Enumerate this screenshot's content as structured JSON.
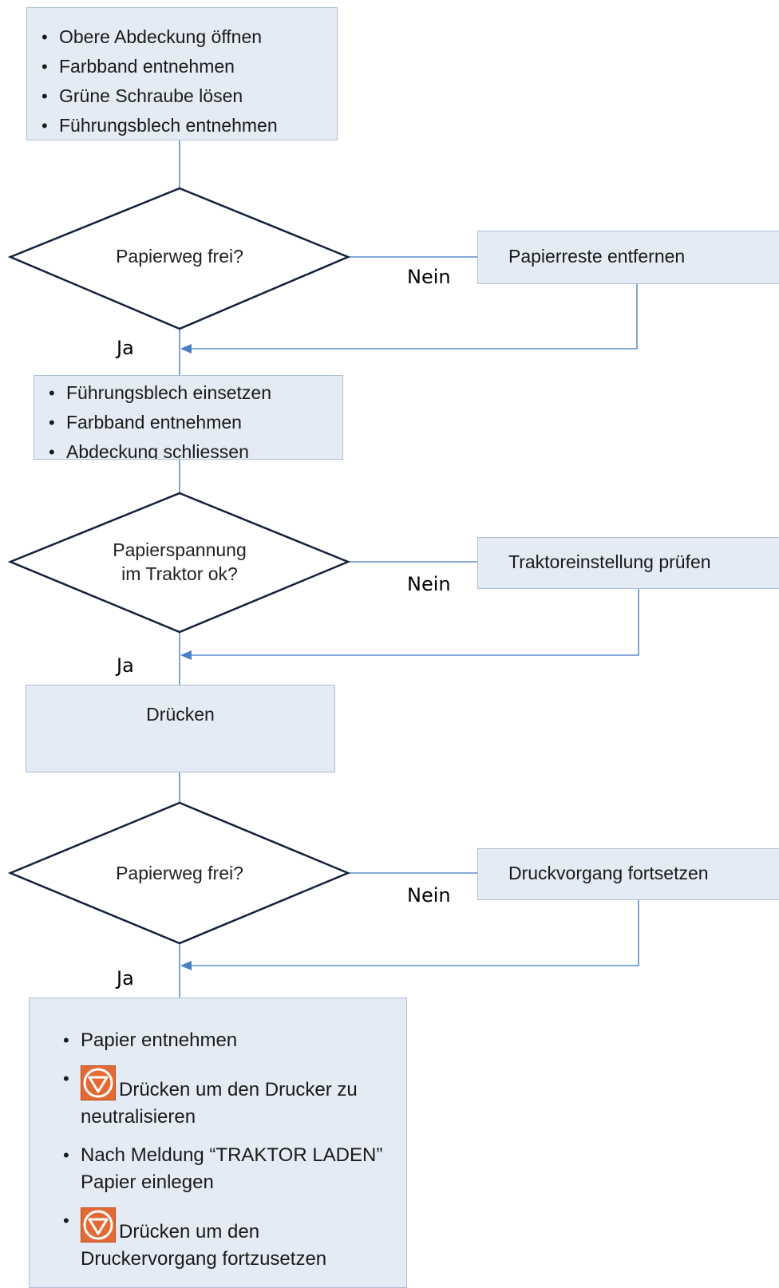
{
  "steps": {
    "open": [
      "Obere Abdeckung öffnen",
      "Farbband entnehmen",
      "Grüne Schraube lösen",
      "Führungsblech entnehmen"
    ],
    "reinsert": [
      "Führungsblech einsetzen",
      "Farbband entnehmen",
      "Abdeckung schliessen"
    ],
    "press": "Drücken",
    "final": {
      "item1": "Papier entnehmen",
      "item2": "Drücken um den Drucker zu neutralisieren",
      "item3": "Nach Meldung “TRAKTOR LADEN” Papier einlegen",
      "item4": "Drücken um den Druckervorgang fortzusetzen"
    }
  },
  "decisions": {
    "d1": "Papierweg frei?",
    "d2_line1": "Papierspannung",
    "d2_line2": "im Traktor ok?",
    "d3": "Papierweg frei?"
  },
  "side_actions": {
    "a1": "Papierreste entfernen",
    "a2": "Traktoreinstellung prüfen",
    "a3": "Druckvorgang fortsetzen"
  },
  "labels": {
    "yes": "Ja",
    "no": "Nein"
  },
  "colors": {
    "box_fill": "#e4ebf4",
    "box_border": "#aebfd6",
    "connector": "#5b8fcf",
    "stop_icon": "#e46a35"
  },
  "icons": {
    "stop": "stop-triangle-icon"
  }
}
